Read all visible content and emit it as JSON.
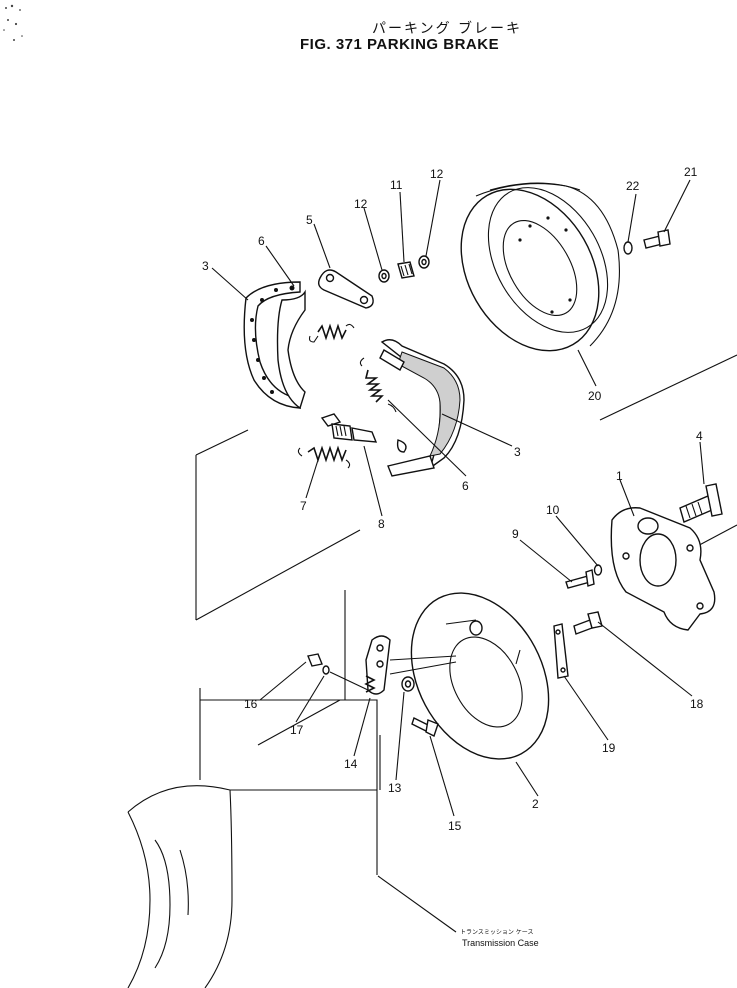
{
  "figure": {
    "title_jp": "パーキング ブレーキ",
    "title_en": "FIG. 371  PARKING BRAKE"
  },
  "callouts": {
    "c1": "1",
    "c2": "2",
    "c3a": "3",
    "c3b": "3",
    "c4": "4",
    "c5": "5",
    "c6a": "6",
    "c6b": "6",
    "c7": "7",
    "c8": "8",
    "c9": "9",
    "c10": "10",
    "c11": "11",
    "c12a": "12",
    "c12b": "12",
    "c13": "13",
    "c14": "14",
    "c15": "15",
    "c16": "16",
    "c17": "17",
    "c18": "18",
    "c19": "19",
    "c20": "20",
    "c21": "21",
    "c22": "22"
  },
  "case_label": {
    "jp": "トランスミッション ケース",
    "en": "Transmission Case"
  }
}
